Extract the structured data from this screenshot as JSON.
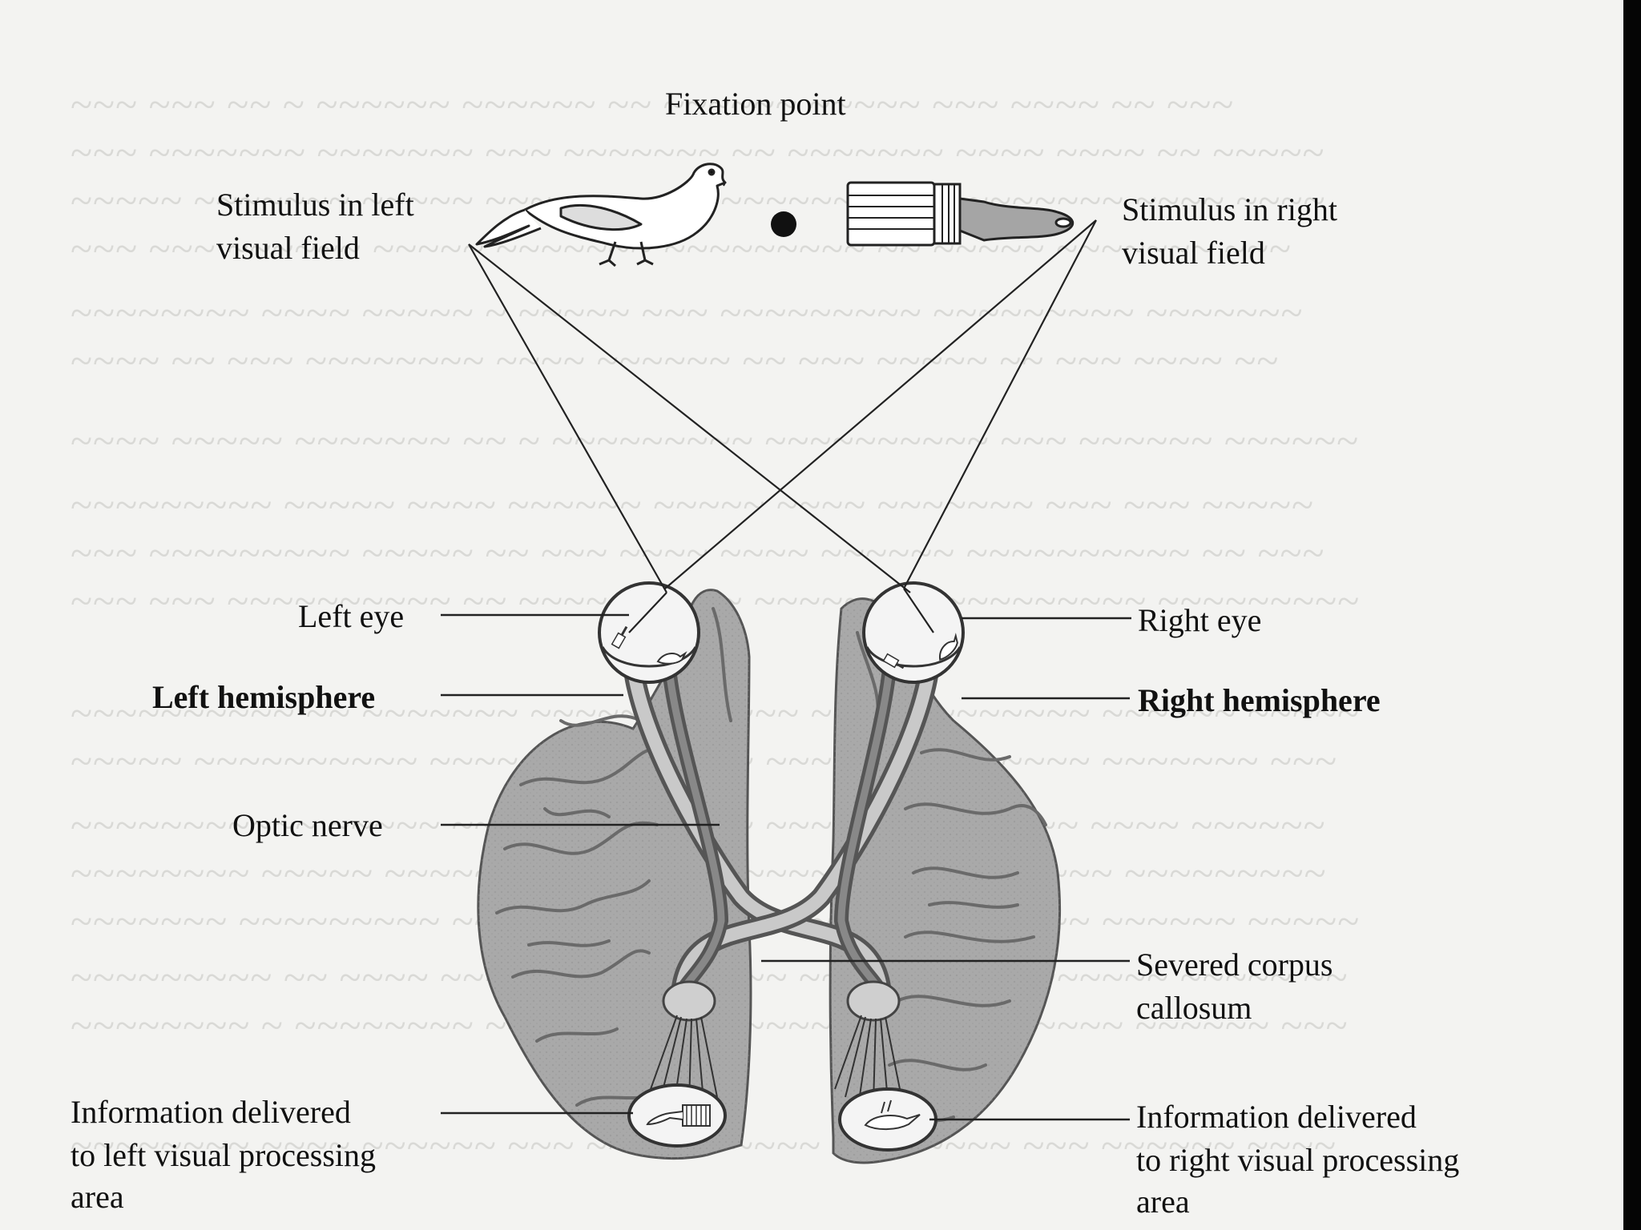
{
  "labels": {
    "fixation_point": "Fixation point",
    "stimulus_left_1": "Stimulus in left",
    "stimulus_left_2": "visual field",
    "stimulus_right_1": "Stimulus in right",
    "stimulus_right_2": "visual field",
    "left_eye": "Left eye",
    "right_eye": "Right eye",
    "left_hemisphere": "Left hemisphere",
    "right_hemisphere": "Right hemisphere",
    "optic_nerve": "Optic nerve",
    "corpus_1": "Severed corpus",
    "corpus_2": "callosum",
    "info_left_1": "Information delivered",
    "info_left_2": "to left visual processing",
    "info_left_3": "area",
    "info_right_1": "Information delivered",
    "info_right_2": "to right visual processing",
    "info_right_3": "area"
  },
  "colors": {
    "background": "#f3f3f1",
    "brain": "#a9a9a9",
    "brain_dark": "#6f6f6f",
    "line": "#222222",
    "bleed_text": "#d9d9d6"
  },
  "icons": {
    "left_stimulus": "bird-icon",
    "right_stimulus": "paintbrush-icon",
    "fixation": "dot-icon"
  }
}
